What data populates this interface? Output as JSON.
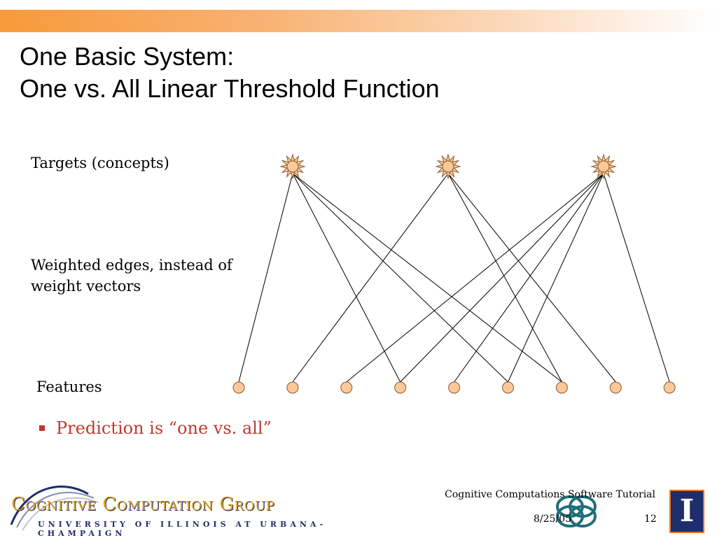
{
  "slide": {
    "title_line1": "One Basic System:",
    "title_line2": "One vs. All Linear Threshold Function"
  },
  "labels": {
    "targets": "Targets (concepts)",
    "weights": "Weighted edges, instead of weight vectors",
    "features": "Features"
  },
  "bullets": [
    "Prediction is “one vs. all”"
  ],
  "network": {
    "targets": 3,
    "features": 9,
    "edges": [
      [
        0,
        0
      ],
      [
        0,
        3
      ],
      [
        0,
        5
      ],
      [
        0,
        6
      ],
      [
        1,
        1
      ],
      [
        1,
        6
      ],
      [
        1,
        7
      ],
      [
        2,
        2
      ],
      [
        2,
        3
      ],
      [
        2,
        4
      ],
      [
        2,
        5
      ],
      [
        2,
        8
      ]
    ],
    "node_fill": "#fbc89a",
    "node_stroke": "#8a5a2a",
    "edge_color": "#000000"
  },
  "footer": {
    "title": "Cognitive Computations Software Tutorial",
    "date": "8/25/05",
    "page": "12"
  },
  "logo": {
    "name": "Cognitive Computation Group",
    "university": "UNIVERSITY OF ILLINOIS AT URBANA-CHAMPAIGN",
    "mark": "I"
  },
  "colors": {
    "accent_orange": "#f79a3a",
    "bullet_red": "#c0392b",
    "illinois_blue": "#1e2d6b"
  }
}
